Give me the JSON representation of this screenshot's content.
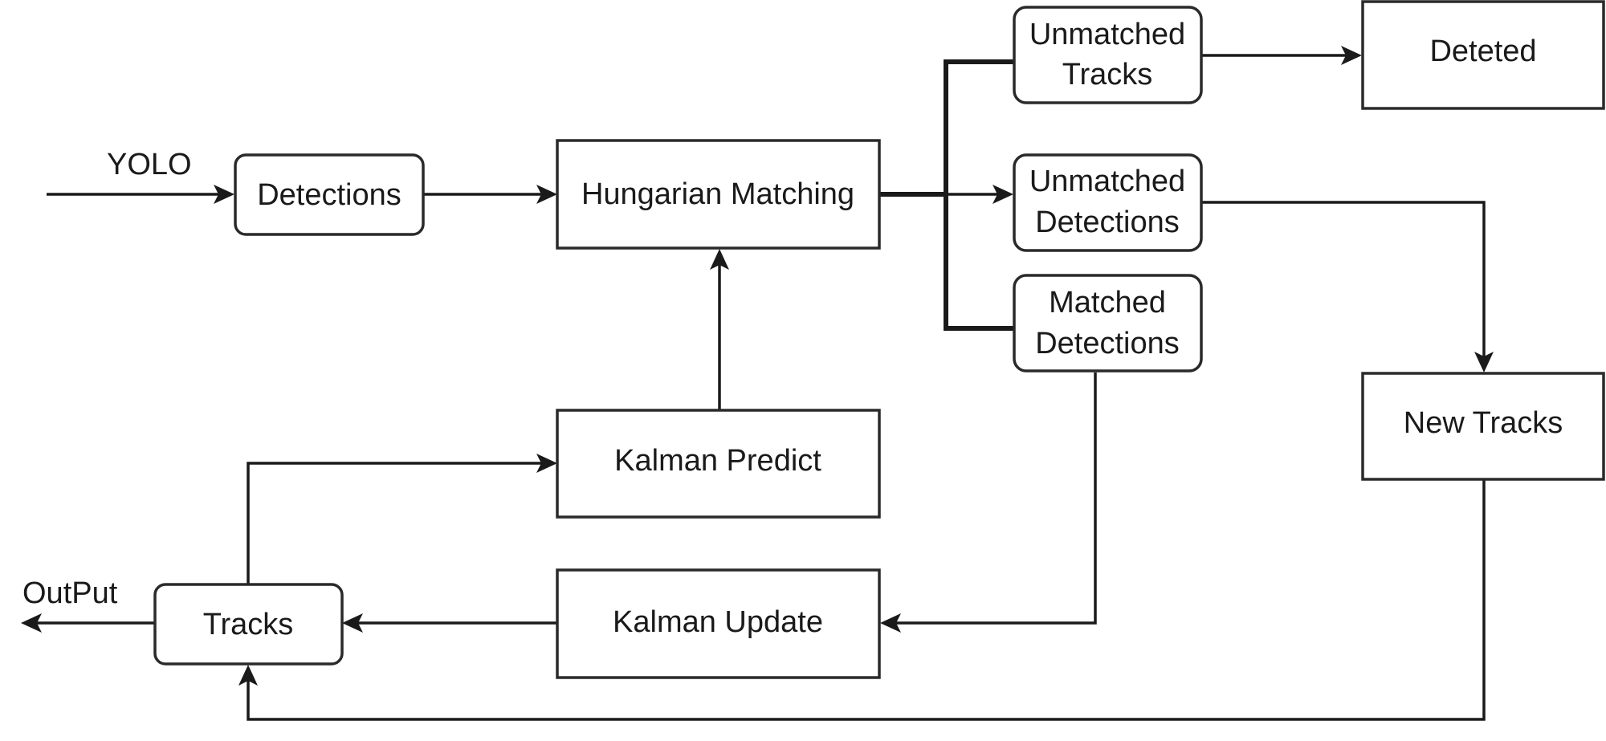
{
  "nodes": {
    "detections": {
      "label": "Detections"
    },
    "hungarian": {
      "label": "Hungarian Matching"
    },
    "unmatched_tracks": {
      "line1": "Unmatched",
      "line2": "Tracks"
    },
    "unmatched_detections": {
      "line1": "Unmatched",
      "line2": "Detections"
    },
    "matched_detections": {
      "line1": "Matched",
      "line2": "Detections"
    },
    "deteted": {
      "label": "Deteted"
    },
    "new_tracks": {
      "label": "New Tracks"
    },
    "kalman_predict": {
      "label": "Kalman Predict"
    },
    "kalman_update": {
      "label": "Kalman Update"
    },
    "tracks": {
      "label": "Tracks"
    }
  },
  "edge_labels": {
    "input": "YOLO",
    "output": "OutPut"
  },
  "colors": {
    "stroke": "#1a1a1a",
    "fill": "#ffffff"
  }
}
